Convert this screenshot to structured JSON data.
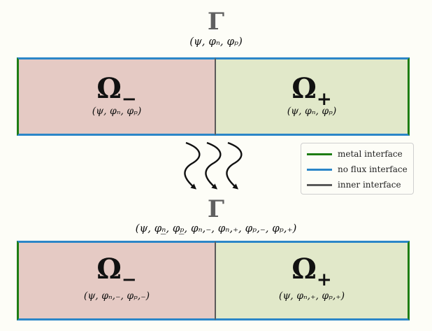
{
  "top": {
    "gamma": "Γ",
    "gamma_vars": "(ψ, φₙ, φₚ)",
    "left": {
      "symbol": "Ω",
      "sub": "−",
      "vars": "(ψ, φₙ, φₚ)"
    },
    "right": {
      "symbol": "Ω",
      "sub": "+",
      "vars": "(ψ, φₙ, φₚ)"
    }
  },
  "bottom": {
    "gamma": "Γ",
    "gamma_vars": "(ψ, φₙ̲, φₚ̲, φₙ,₋, φₙ,₊, φₚ,₋, φₚ,₊)",
    "left": {
      "symbol": "Ω",
      "sub": "−",
      "vars": "(ψ, φₙ,₋, φₚ,₋)"
    },
    "right": {
      "symbol": "Ω",
      "sub": "+",
      "vars": "(ψ, φₙ,₊, φₚ,₊)"
    }
  },
  "legend": [
    {
      "label": "metal interface",
      "color": "#1e7d14"
    },
    {
      "label": "no flux interface",
      "color": "#2b86c8"
    },
    {
      "label": "inner interface",
      "color": "#5a5a5a"
    }
  ],
  "colors": {
    "left_region": "#e5cac4",
    "right_region": "#e1e8c9",
    "metal": "#1e7d14",
    "no_flux": "#2b86c8",
    "inner": "#5a5a5a"
  }
}
